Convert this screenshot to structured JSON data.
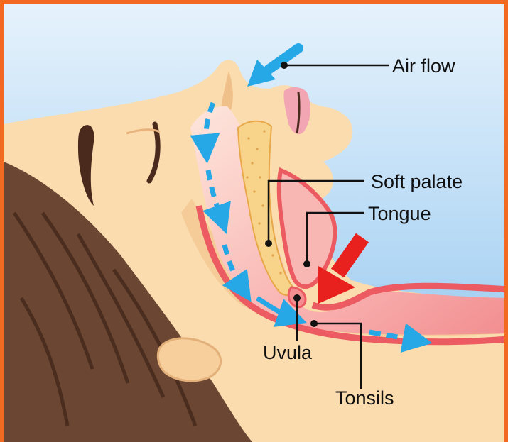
{
  "diagram": {
    "labels": {
      "air_flow": "Air flow",
      "soft_palate": "Soft palate",
      "tongue": "Tongue",
      "uvula": "Uvula",
      "tonsils": "Tonsils"
    },
    "colors": {
      "frame_border": "#f26a21",
      "sky_top": "#d9ecfb",
      "sky_bottom": "#8fc4ef",
      "skin": "#fbdcae",
      "skin_shadow": "#f0c08a",
      "hair": "#6b4632",
      "hair_dark": "#3f2518",
      "airway_pink": "#f7a9a8",
      "airway_red": "#ec5a62",
      "bone": "#f7d48a",
      "airflow_arrow": "#27a8e6",
      "obstruction_arrow": "#e8201e",
      "leader_line": "#111111"
    },
    "icons": [
      "airflow-arrow-icon",
      "obstruction-arrow-icon",
      "leader-dot-icon"
    ]
  }
}
